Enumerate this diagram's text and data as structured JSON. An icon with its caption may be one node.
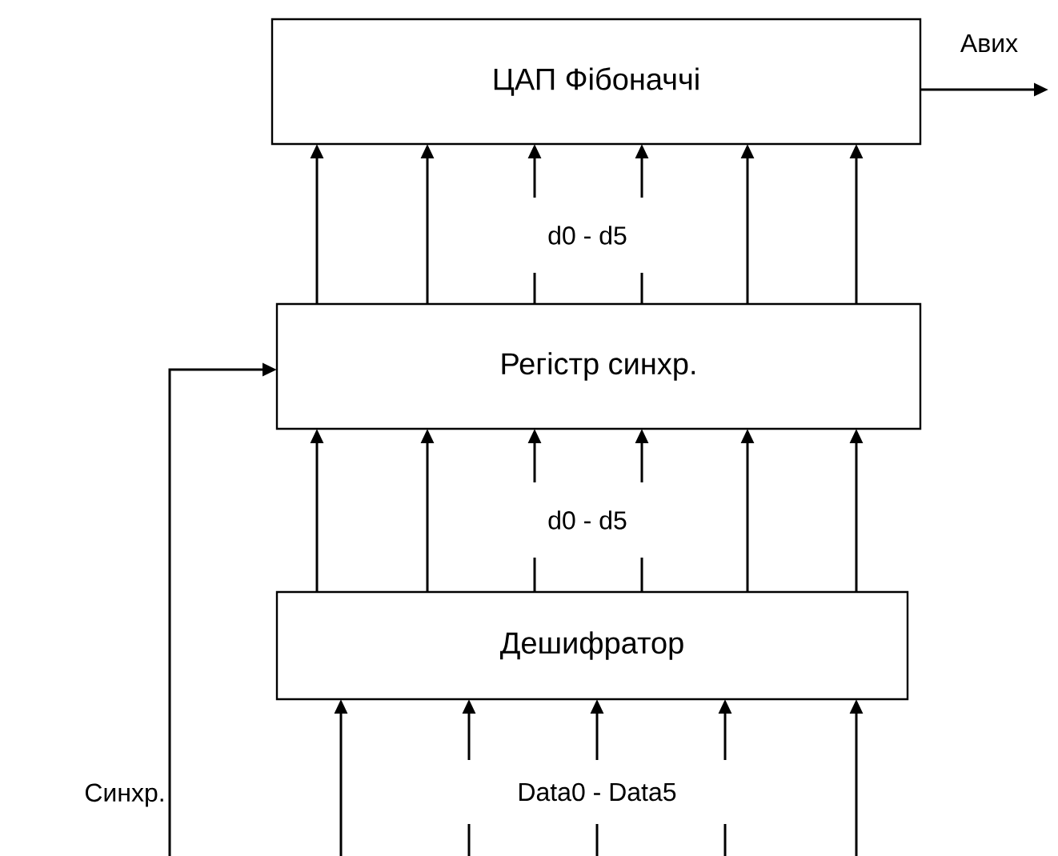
{
  "diagram": {
    "nodes": [
      {
        "text": [
          "ЦАП Фібоначчі"
        ]
      },
      {
        "text": [
          "Регістр синхр."
        ]
      },
      {
        "text": [
          "Дешифратор"
        ]
      }
    ],
    "edges": [
      {
        "from": 0,
        "to": null,
        "arrow": "to"
      },
      {
        "from": 1,
        "to": 0,
        "arrow": "to"
      },
      {
        "from": 1,
        "to": 0,
        "arrow": "to"
      },
      {
        "from": 1,
        "to": 0,
        "arrow": "to"
      },
      {
        "from": 1,
        "to": 0,
        "arrow": "to"
      },
      {
        "from": 1,
        "to": 0,
        "arrow": "to"
      },
      {
        "from": 1,
        "to": 0,
        "arrow": "to"
      },
      {
        "from": 2,
        "to": 1,
        "arrow": "to"
      },
      {
        "from": 2,
        "to": 1,
        "arrow": "to"
      },
      {
        "from": 2,
        "to": 1,
        "arrow": "to"
      },
      {
        "from": 2,
        "to": 1,
        "arrow": "to"
      },
      {
        "from": 2,
        "to": 1,
        "arrow": "to"
      },
      {
        "from": 2,
        "to": 1,
        "arrow": "to"
      },
      {
        "from": null,
        "to": 1,
        "arrow": "to"
      },
      {
        "from": null,
        "to": 2,
        "arrow": "to"
      },
      {
        "from": null,
        "to": 2,
        "arrow": "to"
      },
      {
        "from": null,
        "to": 2,
        "arrow": "to"
      },
      {
        "from": null,
        "to": 2,
        "arrow": "to"
      },
      {
        "from": null,
        "to": 2,
        "arrow": "to"
      }
    ],
    "labels": [
      "Авих",
      "d0 - d5",
      "d0 - d5",
      "Синхр.",
      "Data0 - Data5"
    ]
  }
}
